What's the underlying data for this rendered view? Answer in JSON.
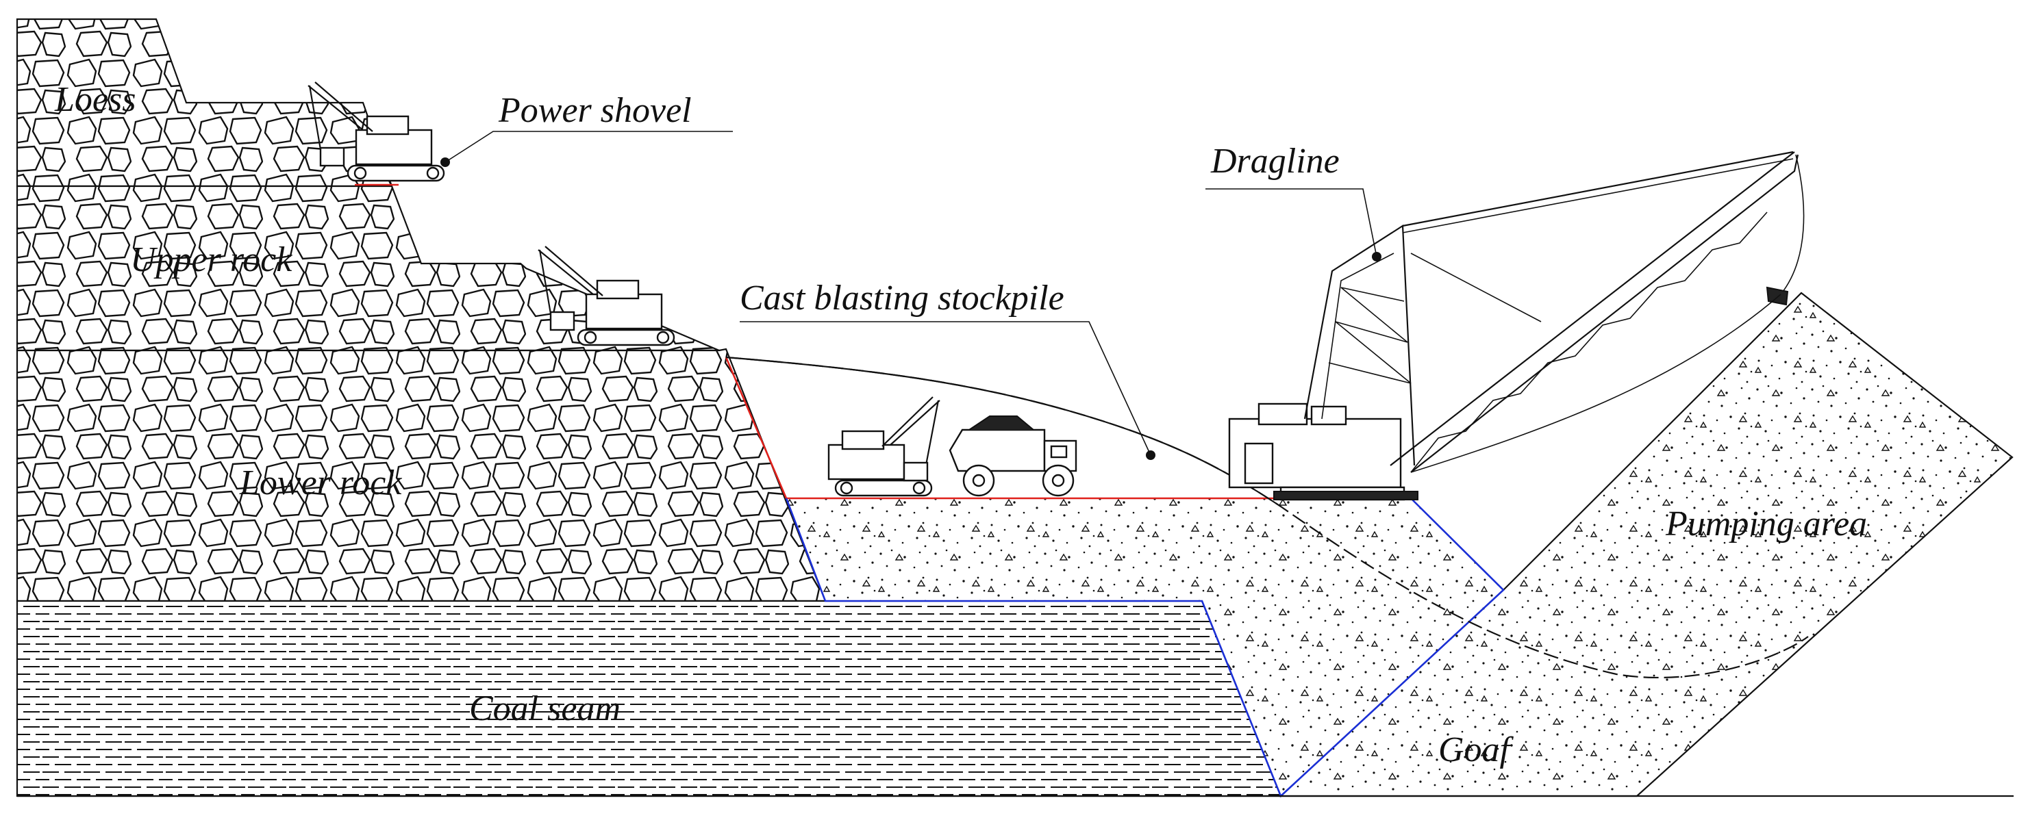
{
  "labels": {
    "loess": "Loess",
    "power_shovel": "Power shovel",
    "upper_rock": "Upper rock",
    "lower_rock": "Lower rock",
    "cast_blasting_stockpile": "Cast blasting stockpile",
    "dragline": "Dragline",
    "pumping_area": "Pumping area",
    "coal_seam": "Coal seam",
    "goaf": "Goaf"
  },
  "colors": {
    "red_boundary": "#e0201b",
    "blue_boundary": "#1a2fd6",
    "ink": "#111111"
  }
}
